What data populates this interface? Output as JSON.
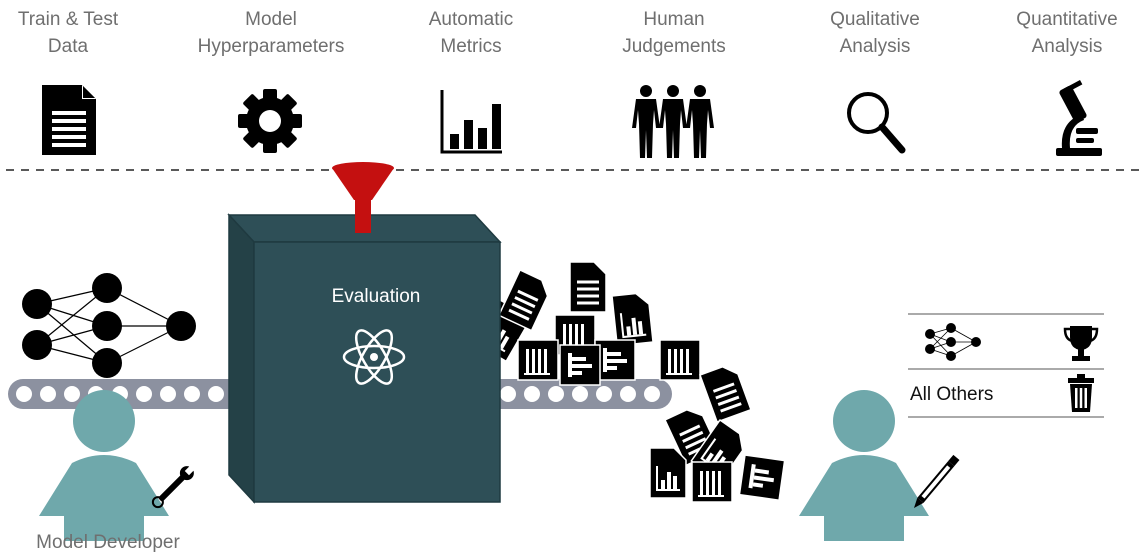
{
  "header": {
    "columns": [
      {
        "line1": "Train & Test",
        "line2": "Data",
        "icon": "document-icon"
      },
      {
        "line1": "Model",
        "line2": "Hyperparameters",
        "icon": "gear-icon"
      },
      {
        "line1": "Automatic",
        "line2": "Metrics",
        "icon": "bar-chart-icon"
      },
      {
        "line1": "Human",
        "line2": "Judgements",
        "icon": "people-icon"
      },
      {
        "line1": "Qualitative",
        "line2": "Analysis",
        "icon": "magnifier-icon"
      },
      {
        "line1": "Quantitative",
        "line2": "Analysis",
        "icon": "microscope-icon"
      }
    ]
  },
  "machine": {
    "label": "Evaluation",
    "icon": "atom-icon"
  },
  "ranking": {
    "winner_icon": "trophy-icon",
    "others_label": "All Others",
    "others_icon": "trash-icon"
  },
  "developer": {
    "label": "Model Developer",
    "tool_icon": "wrench-icon"
  },
  "reviewer": {
    "tool_icon": "pen-icon"
  },
  "colors": {
    "machine": "#2e4f57",
    "machine_edge": "#1f3a40",
    "funnel": "#c41010",
    "person": "#6fa8ab",
    "conveyor": "#8c91a0",
    "label_gray": "#6f6f6f"
  }
}
